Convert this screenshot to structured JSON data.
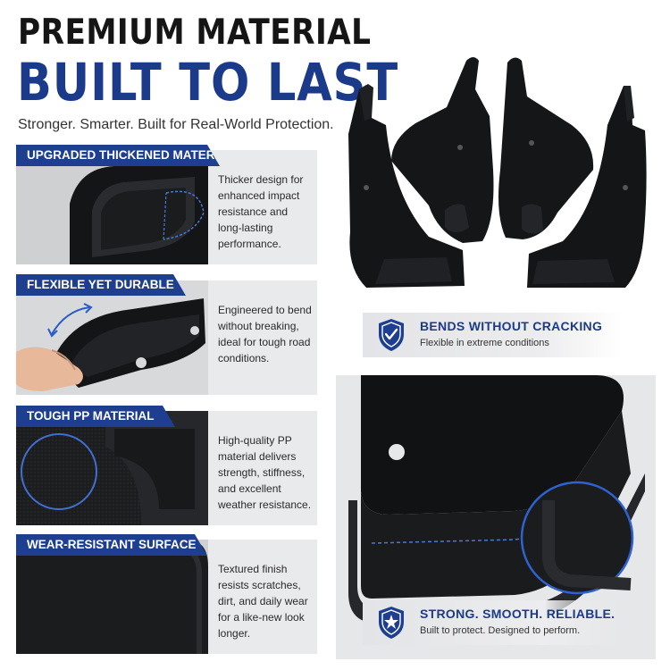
{
  "header": {
    "title_line1": "PREMIUM MATERIAL",
    "title_line2": "BUILT TO LAST",
    "subtitle": "Stronger. Smarter. Built for Real-World Protection."
  },
  "features": [
    {
      "label": "UPGRADED THICKENED MATERIAL",
      "description": "Thicker design for enhanced impact resistance and long-lasting performance."
    },
    {
      "label": "FLEXIBLE YET DURABLE",
      "description": "Engineered to bend without breaking, ideal for tough road conditions."
    },
    {
      "label": "TOUGH PP MATERIAL",
      "description": "High-quality PP material delivers strength, stiffness, and excellent weather resistance."
    },
    {
      "label": "WEAR-RESISTANT SURFACE",
      "description": "Textured finish resists scratches, dirt, and daily wear for a like-new look longer."
    }
  ],
  "badges": {
    "flex": {
      "title": "BENDS WITHOUT CRACKING",
      "subtitle": "Flexible in extreme conditions",
      "icon": "shield-check-icon"
    },
    "strong": {
      "title": "STRONG. SMOOTH. RELIABLE.",
      "subtitle": "Built to protect. Designed to perform.",
      "icon": "shield-star-icon"
    }
  },
  "colors": {
    "brand_blue": "#1e3f8f",
    "title_blue": "#1b3a8a",
    "product_black": "#151618",
    "panel_gray": "#e9eaec",
    "accent_dash": "#4a78d6"
  }
}
